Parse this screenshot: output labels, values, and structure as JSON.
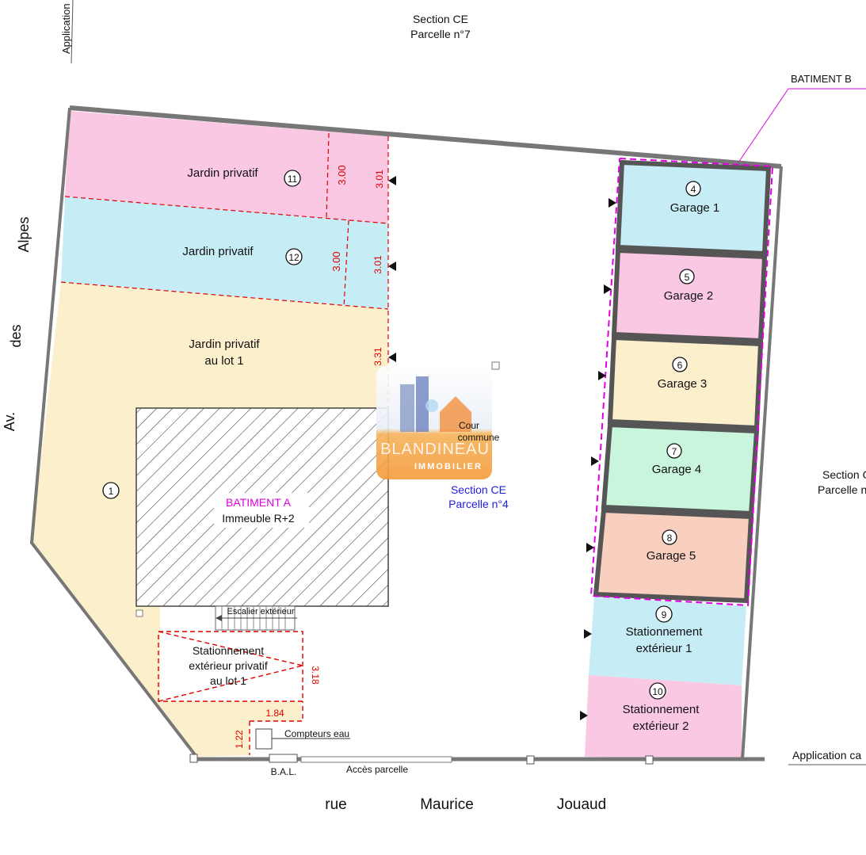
{
  "header": {
    "section_top": "Section CE",
    "parcel_top": "Parcelle n°7",
    "application_top": "Application",
    "section_right": "Section C",
    "parcel_right": "Parcelle n",
    "application_bottom": "Application ca"
  },
  "streets": {
    "left": [
      "Alpes",
      "des",
      "Av."
    ],
    "bottom": [
      "rue",
      "Maurice",
      "Jouaud"
    ]
  },
  "batiment_b_label": "BATIMENT B",
  "batiment_a": {
    "title": "BATIMENT A",
    "subtitle": "Immeuble R+2"
  },
  "lots": {
    "lot11": {
      "label": "Jardin privatif",
      "number": "11",
      "dim1": "3.00",
      "dim2": "3.01"
    },
    "lot12": {
      "label": "Jardin privatif",
      "number": "12",
      "dim1": "3.00",
      "dim2": "3.01"
    },
    "lot1": {
      "label_line1": "Jardin privatif",
      "label_line2": "au lot 1",
      "number": "1",
      "dim": "3.31"
    },
    "garages": [
      {
        "number": "4",
        "label": "Garage 1"
      },
      {
        "number": "5",
        "label": "Garage 2"
      },
      {
        "number": "6",
        "label": "Garage 3"
      },
      {
        "number": "7",
        "label": "Garage 4"
      },
      {
        "number": "8",
        "label": "Garage 5"
      }
    ],
    "stat1": {
      "number": "9",
      "line1": "Stationnement",
      "line2": "extérieur 1"
    },
    "stat2": {
      "number": "10",
      "line1": "Stationnement",
      "line2": "extérieur 2"
    }
  },
  "parking_private": {
    "line1": "Stationnement",
    "line2": "extérieur privatif",
    "line3": "au lot 1",
    "dim_h": "3.18",
    "dim_w": "1.84",
    "dim_small": "1.22"
  },
  "cour": {
    "line1": "Cour",
    "line2": "commune",
    "section": "Section CE",
    "parcel": "Parcelle n°4"
  },
  "escalier": "Escalier extérieur",
  "compteurs": "Compteurs eau",
  "bal": "B.A.L.",
  "acces": "Accès parcelle",
  "watermark": {
    "line1": "BLANDINEAU",
    "line2": "IMMOBILIER"
  },
  "colors": {
    "pink": "#fbc8e4",
    "blue": "#c6ecf6",
    "yellow": "#fcefcc",
    "green": "#c8f5dc",
    "salmon": "#f9cfc0",
    "wall": "#777777",
    "dim_red": "#e00000",
    "batiment_b": "#e000e0",
    "section_blue": "#2020e0"
  }
}
